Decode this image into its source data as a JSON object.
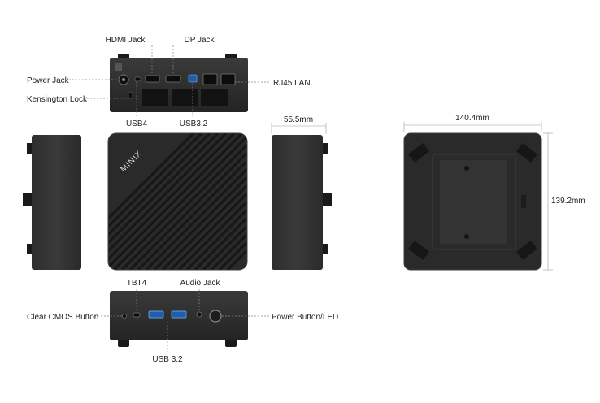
{
  "labels": {
    "hdmi_jack": "HDMI Jack",
    "dp_jack": "DP Jack",
    "power_jack": "Power Jack",
    "kensington_lock": "Kensington Lock",
    "rj45_lan": "RJ45 LAN",
    "usb4": "USB4",
    "usb32_rear": "USB3.2",
    "tbt4": "TBT4",
    "audio_jack": "Audio Jack",
    "clear_cmos_button": "Clear CMOS Button",
    "power_button_led": "Power Button/LED",
    "usb32_front": "USB 3.2"
  },
  "dimensions": {
    "depth": "55.5mm",
    "width": "140.4mm",
    "height": "139.2mm"
  },
  "brand": "MINIX",
  "colors": {
    "device_body": "#2a2a2a",
    "device_dark": "#161616",
    "device_edge": "#3a3a3a",
    "usb_blue": "#3a8de0",
    "leader_line": "#888888",
    "text": "#222222"
  },
  "icons": {
    "port": "port-icon",
    "foot": "rubber-foot-icon",
    "vent": "vent-grille-icon",
    "power_button": "power-button-icon"
  }
}
